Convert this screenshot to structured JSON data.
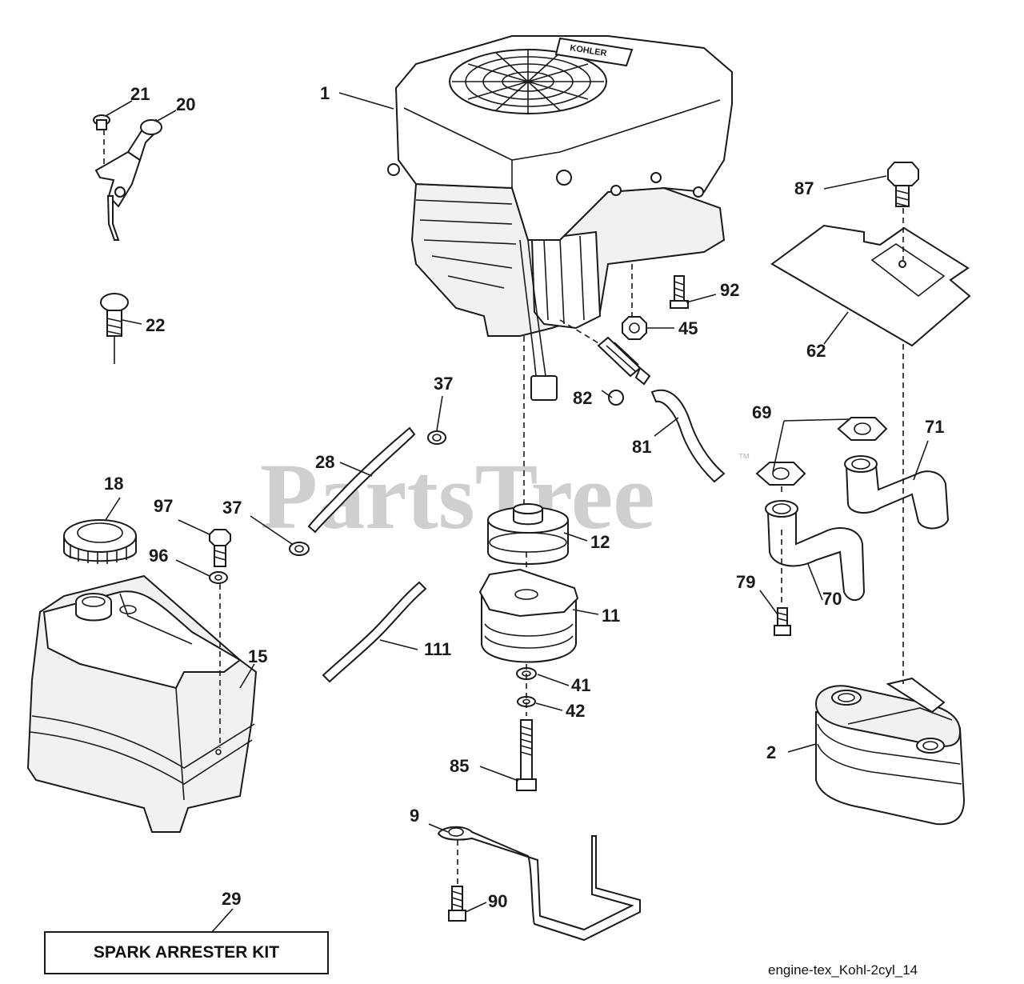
{
  "watermark": {
    "brand": "PartsTree",
    "trademark": "™"
  },
  "caption": "engine-tex_Kohl-2cyl_14",
  "kit_box": {
    "label": "SPARK ARRESTER KIT"
  },
  "callouts": {
    "p1": "1",
    "p2": "2",
    "p9": "9",
    "p11": "11",
    "p12": "12",
    "p15": "15",
    "p18": "18",
    "p20": "20",
    "p21": "21",
    "p22": "22",
    "p28": "28",
    "p29": "29",
    "p37a": "37",
    "p37b": "37",
    "p41": "41",
    "p42": "42",
    "p45": "45",
    "p62": "62",
    "p69": "69",
    "p70": "70",
    "p71": "71",
    "p79": "79",
    "p81": "81",
    "p82": "82",
    "p85": "85",
    "p87": "87",
    "p90": "90",
    "p92": "92",
    "p96": "96",
    "p97": "97",
    "p111": "111"
  },
  "engine_brand_mark": "KOHLER"
}
